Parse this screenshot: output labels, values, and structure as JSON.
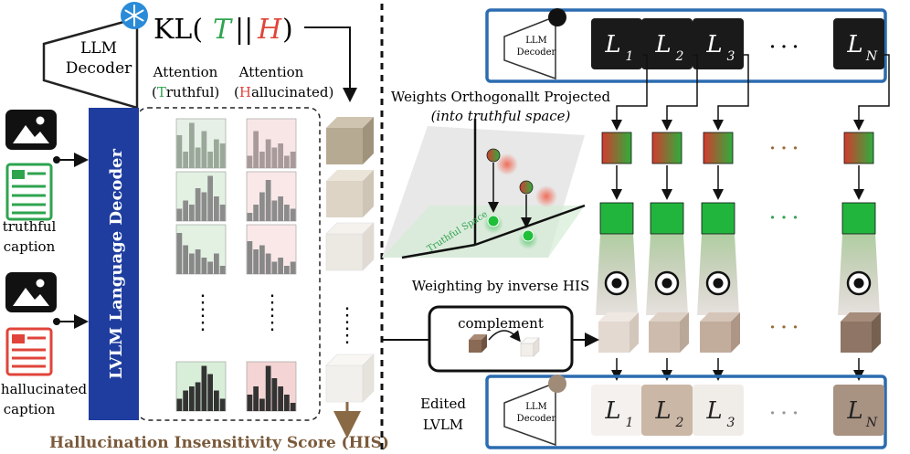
{
  "left": {
    "llm_decoder": [
      "LLM",
      "Decoder"
    ],
    "kl_prefix": "KL(",
    "kl_t": "T",
    "kl_sep": "||",
    "kl_h": "H",
    "kl_suffix": ")",
    "attn_truthful": {
      "title": "Attention",
      "paren_open": "(",
      "letter": "T",
      "rest": "ruthful)"
    },
    "attn_halluc": {
      "title": "Attention",
      "paren_open": "(",
      "letter": "H",
      "rest": "allucinated)"
    },
    "lvlm_decoder": "LVLM Language Decoder",
    "truthful_caption": [
      "truthful",
      "caption"
    ],
    "hallucinated_caption": [
      "hallucinated",
      "caption"
    ],
    "his_label": "Hallucination Insensitivity Score (HIS)",
    "ellipsis": "⋮"
  },
  "right": {
    "llm_decoder": [
      "LLM",
      "Decoder"
    ],
    "layers": [
      {
        "name": "L",
        "sub": "1"
      },
      {
        "name": "L",
        "sub": "2"
      },
      {
        "name": "L",
        "sub": "3"
      },
      {
        "name": "L",
        "sub": "N"
      }
    ],
    "dots": "· · ·",
    "weights_title": "Weights Orthogonallt Projected",
    "weights_sub": "(into truthful space)",
    "truthful_space": "Truthful Space",
    "weighting_label": "Weighting by inverse HIS",
    "complement": "complement",
    "edited_lvlm": [
      "Edited",
      "LVLM"
    ]
  },
  "colors": {
    "truthful_green": "#2ea44f",
    "halluc_red": "#e0443a",
    "decoder_blue": "#1f3d9e",
    "frame_blue": "#2b6cb0",
    "his_brown": "#7a5a3a"
  }
}
